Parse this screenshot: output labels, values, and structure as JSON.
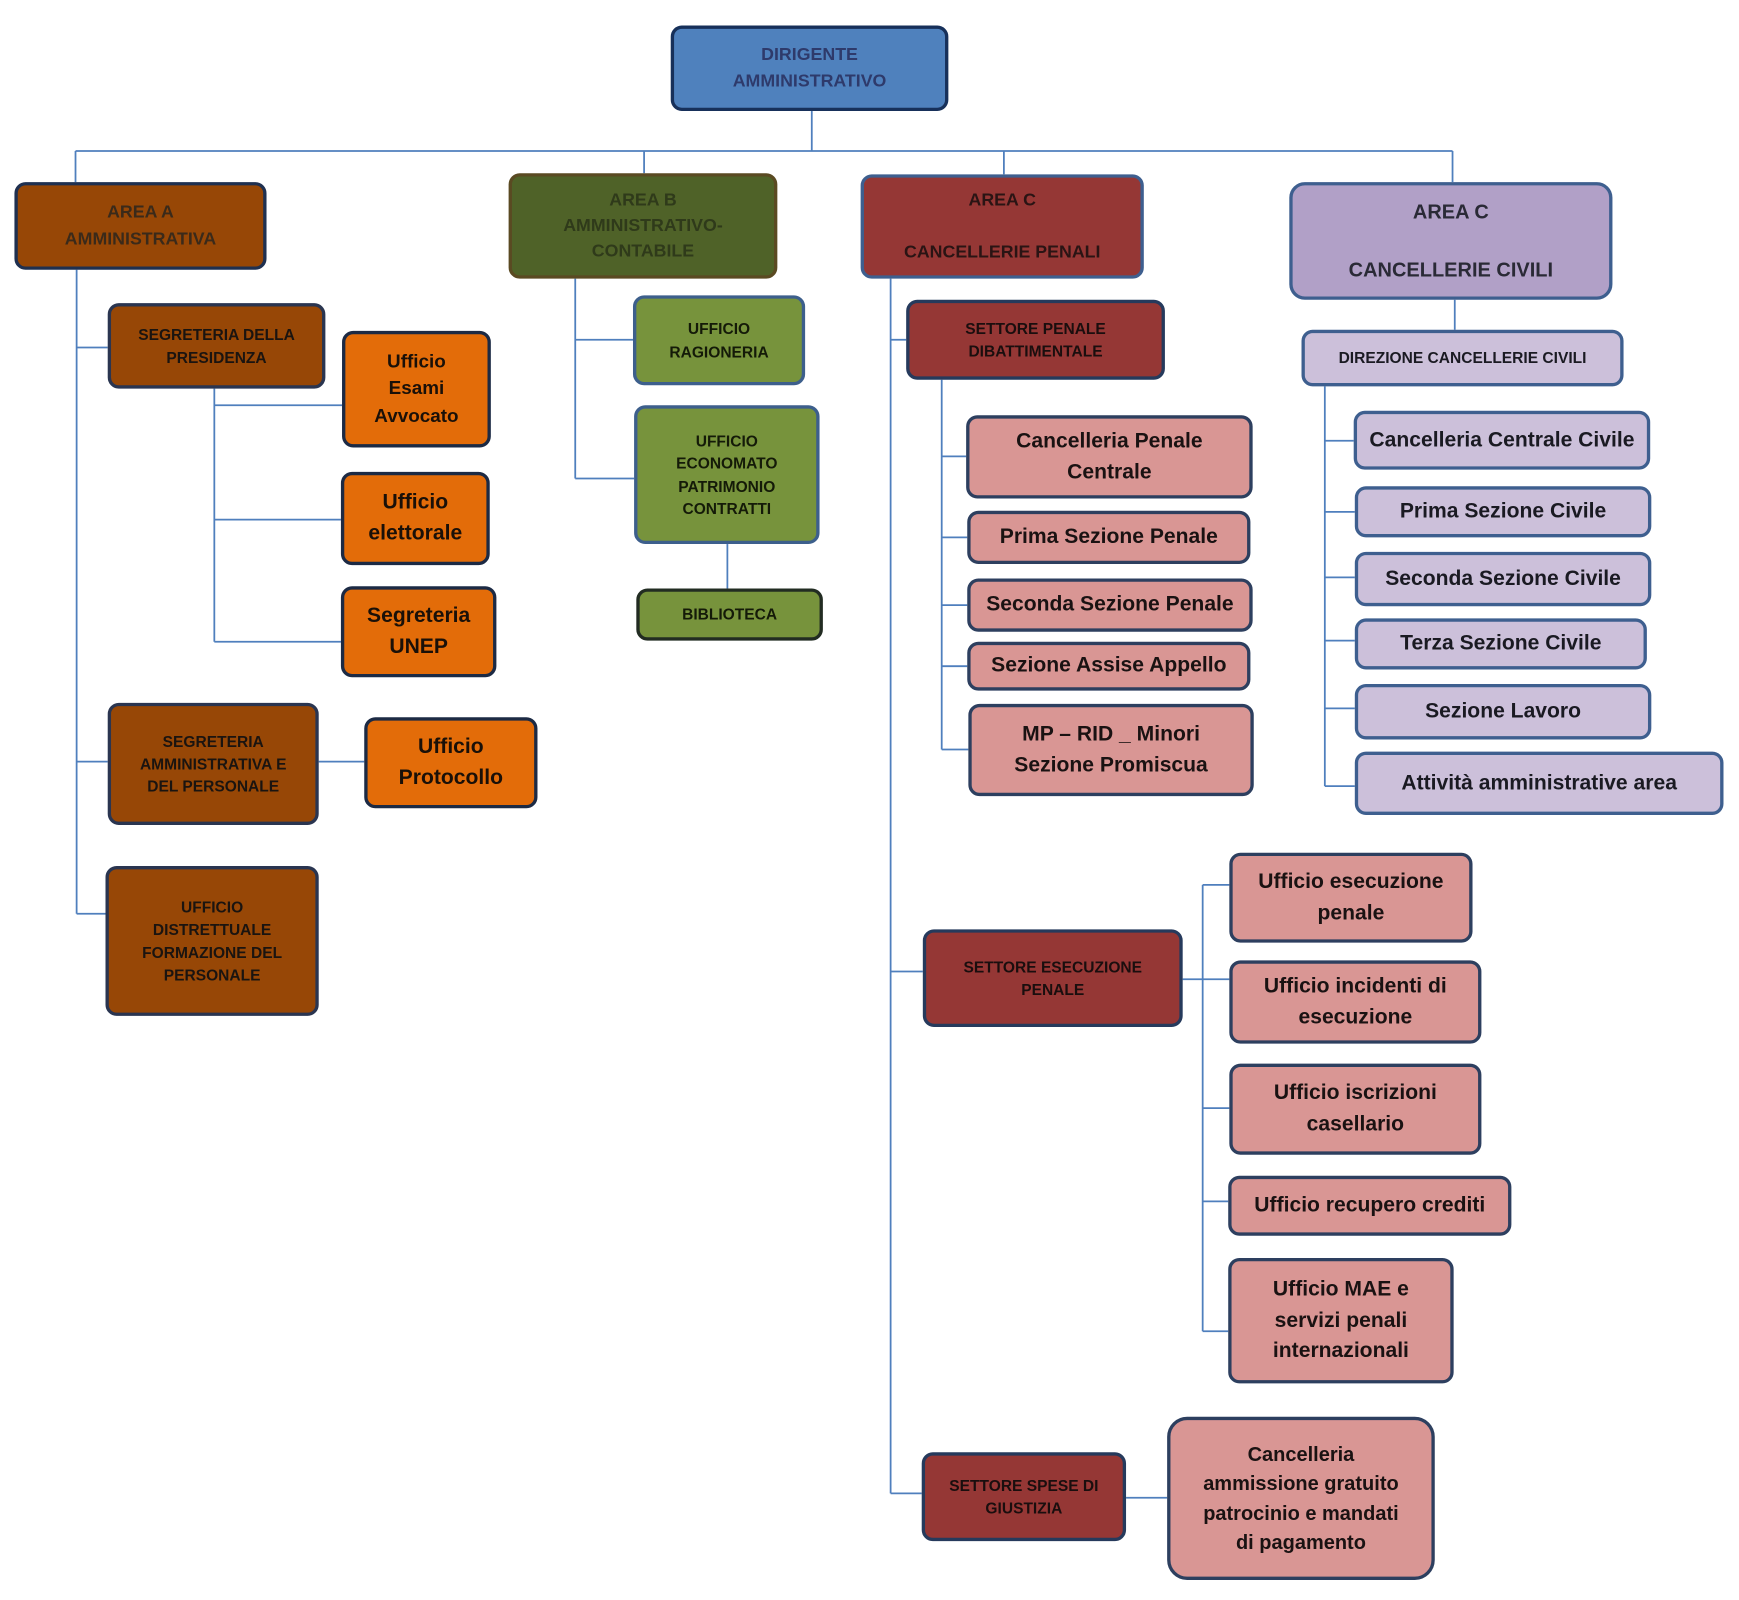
{
  "top": {
    "label": "DIRIGENTE\nAMMINISTRATIVO"
  },
  "area_a": {
    "label": "AREA A\nAMMINISTRATIVA",
    "segreteria_presidenza": "SEGRETERIA DELLA\nPRESIDENZA",
    "ufficio_esami": "Ufficio\nEsami\nAvvocato",
    "ufficio_elettorale": "Ufficio\nelettorale",
    "segreteria_unep": "Segreteria\nUNEP",
    "segreteria_amministrativa": "SEGRETERIA\nAMMINISTRATIVA E\nDEL PERSONALE",
    "ufficio_protocollo": "Ufficio\nProtocollo",
    "ufficio_formazione": "UFFICIO\nDISTRETTUALE\nFORMAZIONE DEL\nPERSONALE"
  },
  "area_b": {
    "label": "AREA B\nAMMINISTRATIVO-\nCONTABILE",
    "ufficio_ragioneria": "UFFICIO\nRAGIONERIA",
    "ufficio_economato": "UFFICIO\nECONOMATO\nPATRIMONIO\nCONTRATTI",
    "biblioteca": "BIBLIOTECA"
  },
  "area_c_penali": {
    "label": "AREA C\n\nCANCELLERIE PENALI",
    "settore_dibattimentale": "SETTORE PENALE\nDIBATTIMENTALE",
    "cancelleria_centrale": "Cancelleria Penale\nCentrale",
    "prima_sezione": "Prima Sezione Penale",
    "seconda_sezione": "Seconda Sezione Penale",
    "sezione_assise": "Sezione Assise Appello",
    "mp_rid_minori": "MP – RID _ Minori\nSezione Promiscua",
    "settore_esecuzione": "SETTORE ESECUZIONE\nPENALE",
    "ufficio_esecuzione": "Ufficio esecuzione\npenale",
    "ufficio_incidenti": "Ufficio incidenti di\nesecuzione",
    "ufficio_iscrizioni": "Ufficio iscrizioni\ncasellario",
    "ufficio_recupero": "Ufficio recupero crediti",
    "ufficio_mae": "Ufficio MAE e\nservizi penali\ninternazionali",
    "settore_spese": "SETTORE SPESE DI\nGIUSTIZIA",
    "cancelleria_gratuito": "Cancelleria\nammissione gratuito\npatrocinio e mandati\ndi pagamento"
  },
  "area_c_civili": {
    "label": "AREA C\n\nCANCELLERIE CIVILI",
    "direzione": "DIREZIONE CANCELLERIE CIVILI",
    "cancelleria_centrale": "Cancelleria Centrale Civile",
    "prima_sezione": "Prima Sezione Civile",
    "seconda_sezione": "Seconda Sezione Civile",
    "terza_sezione": "Terza Sezione Civile",
    "sezione_lavoro": "Sezione Lavoro",
    "attivita_amministrative": "Attività amministrative area"
  },
  "colors": {
    "connector": "#4f7fbd",
    "top": "#4f81bd",
    "area_a": "#974706",
    "area_a_light": "#e36c09",
    "area_b": "#4f6228",
    "area_b_light": "#77933c",
    "area_c_penali": "#953735",
    "area_c_penali_light": "#d99694",
    "area_c_civili": "#b1a0c7",
    "area_c_civili_light": "#ccc0da"
  }
}
